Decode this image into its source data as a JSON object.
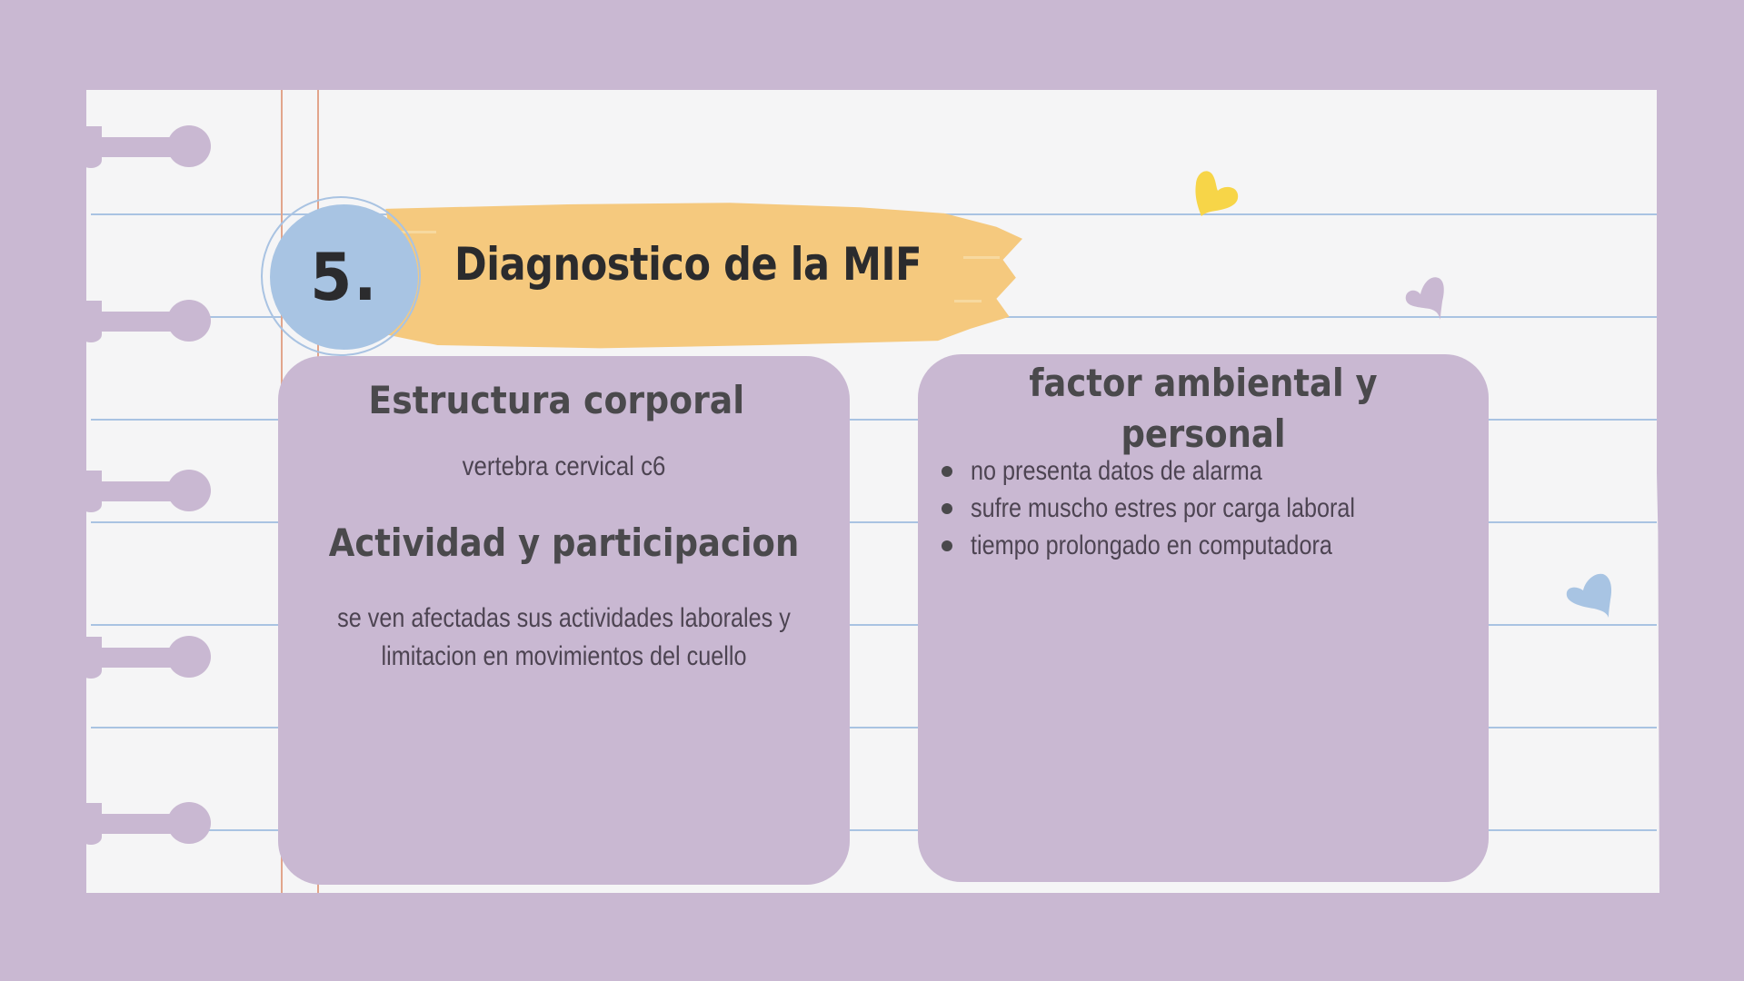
{
  "slide": {
    "number": "5.",
    "title": "Diagnostico de la MIF"
  },
  "cards": {
    "left": {
      "sections": [
        {
          "heading": "Estructura corporal",
          "body": "vertebra cervical c6"
        },
        {
          "heading": "Actividad y participacion",
          "body": "se ven afectadas sus actividades laborales y limitacion en movimientos del cuello"
        }
      ]
    },
    "right": {
      "heading": "factor ambiental y personal",
      "bullets": [
        "no presenta datos de alarma",
        "sufre muscho estres por carga laboral",
        "tiempo prolongado en computadora"
      ]
    }
  },
  "decorations": {
    "hearts": [
      {
        "name": "heart-icon-yellow",
        "color": "#F7D548"
      },
      {
        "name": "heart-icon-purple",
        "color": "#C9B8D2"
      },
      {
        "name": "heart-icon-blue",
        "color": "#A8C4E3"
      }
    ]
  },
  "colors": {
    "background": "#C9B8D2",
    "paper": "#F5F5F6",
    "rule_line": "#A9C3E2",
    "margin_line": "#E2A58C",
    "brush": "#F5C97E",
    "number_circle": "#A8C4E3",
    "card": "#C9B8D2",
    "text_dark": "#2B2B2D"
  }
}
